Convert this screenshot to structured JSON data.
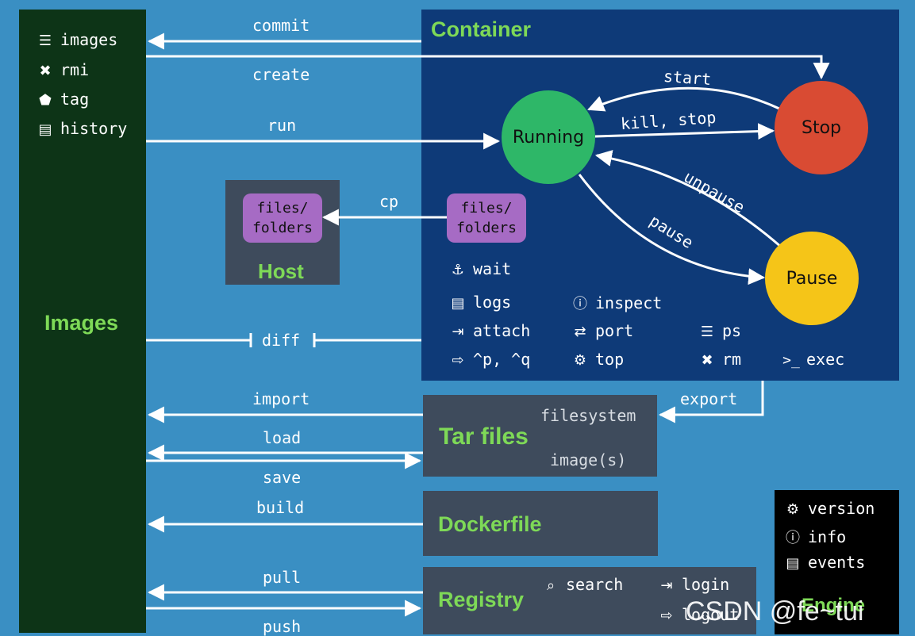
{
  "images_panel": {
    "title": "Images",
    "commands": [
      {
        "icon": "list-icon",
        "glyph": "☰",
        "label": "images"
      },
      {
        "icon": "x-icon",
        "glyph": "✖",
        "label": "rmi"
      },
      {
        "icon": "tag-icon",
        "glyph": "⬟",
        "label": "tag"
      },
      {
        "icon": "document-icon",
        "glyph": "▤",
        "label": "history"
      }
    ]
  },
  "container_panel": {
    "title": "Container",
    "states": {
      "running": {
        "label": "Running",
        "color": "#2eb768"
      },
      "stop": {
        "label": "Stop",
        "color": "#d94b33"
      },
      "pause": {
        "label": "Pause",
        "color": "#f5c518"
      }
    },
    "transitions": {
      "start": "start",
      "kill_stop": "kill, stop",
      "unpause": "unpause",
      "pause": "pause"
    },
    "files_box": {
      "line1": "files/",
      "line2": "folders"
    },
    "commands": {
      "wait": {
        "icon": "anchor-icon",
        "glyph": "⚓",
        "label": "wait"
      },
      "logs": {
        "icon": "document-icon",
        "glyph": "▤",
        "label": "logs"
      },
      "inspect": {
        "icon": "info-icon",
        "glyph": "ⓘ",
        "label": "inspect"
      },
      "attach": {
        "icon": "sign-in-icon",
        "glyph": "⇥",
        "label": "attach"
      },
      "port": {
        "icon": "exchange-icon",
        "glyph": "⇄",
        "label": "port"
      },
      "ps": {
        "icon": "list-icon",
        "glyph": "☰",
        "label": "ps"
      },
      "detach": {
        "icon": "sign-out-icon",
        "glyph": "⇨",
        "label": "^p, ^q"
      },
      "top": {
        "icon": "gears-icon",
        "glyph": "⚙",
        "label": "top"
      },
      "rm": {
        "icon": "x-icon",
        "glyph": "✖",
        "label": "rm"
      },
      "exec": {
        "icon": "terminal-icon",
        "glyph": ">_",
        "label": "exec"
      }
    }
  },
  "host_panel": {
    "title": "Host",
    "files_box": {
      "line1": "files/",
      "line2": "folders"
    }
  },
  "flow_labels": {
    "commit": "commit",
    "create": "create",
    "run": "run",
    "cp": "cp",
    "diff": "diff",
    "import": "import",
    "load": "load",
    "save": "save",
    "build": "build",
    "pull": "pull",
    "push": "push",
    "export": "export"
  },
  "tar_panel": {
    "title": "Tar files",
    "filesystem": "filesystem",
    "images": "image(s)"
  },
  "dockerfile_panel": {
    "title": "Dockerfile"
  },
  "registry_panel": {
    "title": "Registry",
    "search": {
      "icon": "search-icon",
      "glyph": "⌕",
      "label": "search"
    },
    "login": {
      "icon": "sign-in-icon",
      "glyph": "⇥",
      "label": "login"
    },
    "logout": {
      "icon": "sign-out-icon",
      "glyph": "⇨",
      "label": "logout"
    }
  },
  "engine_panel": {
    "title": "Engine",
    "commands": [
      {
        "icon": "gear-icon",
        "glyph": "⚙",
        "label": "version"
      },
      {
        "icon": "info-icon",
        "glyph": "ⓘ",
        "label": "info"
      },
      {
        "icon": "document-icon",
        "glyph": "▤",
        "label": "events"
      }
    ]
  },
  "watermark": {
    "text": "CSDN @fe~tui"
  },
  "colors": {
    "background": "#3a8fc3",
    "images_panel": "#0d3417",
    "container_panel": "#0e3a78",
    "grey_panel": "#3e4b5c",
    "engine_panel": "#000000",
    "title_green": "#7ed957",
    "file_box": "#a66bc4"
  }
}
